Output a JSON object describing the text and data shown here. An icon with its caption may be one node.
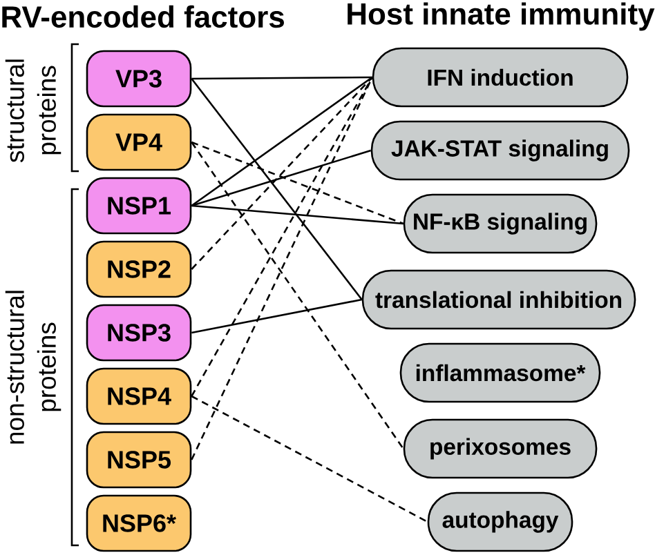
{
  "diagram": {
    "nodes": [
      {
        "text": [
          "VP3"
        ]
      },
      {
        "text": [
          "VP4"
        ]
      },
      {
        "text": [
          "NSP1"
        ]
      },
      {
        "text": [
          "NSP2"
        ]
      },
      {
        "text": [
          "NSP3"
        ]
      },
      {
        "text": [
          "NSP4"
        ]
      },
      {
        "text": [
          "NSP5"
        ]
      },
      {
        "text": [
          "NSP6*"
        ]
      },
      {
        "text": [
          "IFN induction"
        ]
      },
      {
        "text": [
          "JAK-STAT signaling"
        ]
      },
      {
        "text": [
          "NF-κB signaling"
        ]
      },
      {
        "text": [
          "translational inhibition"
        ]
      },
      {
        "text": [
          "inflammasome*"
        ]
      },
      {
        "text": [
          "perixosomes"
        ]
      },
      {
        "text": [
          "autophagy"
        ]
      }
    ],
    "edges": [
      {
        "from": 0,
        "to": 8,
        "arrow": "none"
      },
      {
        "from": 0,
        "to": 11,
        "arrow": "none"
      },
      {
        "from": 1,
        "to": 10,
        "arrow": "none",
        "style": "dashed"
      },
      {
        "from": 1,
        "to": 13,
        "arrow": "none",
        "style": "dashed"
      },
      {
        "from": 2,
        "to": 8,
        "arrow": "none"
      },
      {
        "from": 2,
        "to": 9,
        "arrow": "none"
      },
      {
        "from": 2,
        "to": 10,
        "arrow": "none"
      },
      {
        "from": 3,
        "to": 8,
        "arrow": "none",
        "style": "dashed"
      },
      {
        "from": 4,
        "to": 11,
        "arrow": "none"
      },
      {
        "from": 5,
        "to": 8,
        "arrow": "none",
        "style": "dashed"
      },
      {
        "from": 5,
        "to": 14,
        "arrow": "none",
        "style": "dashed"
      },
      {
        "from": 6,
        "to": 8,
        "arrow": "none",
        "style": "dashed"
      }
    ],
    "labels": [
      "RV-encoded factors",
      "Host innate immunity",
      "structural proteins",
      "non-structural proteins"
    ]
  }
}
